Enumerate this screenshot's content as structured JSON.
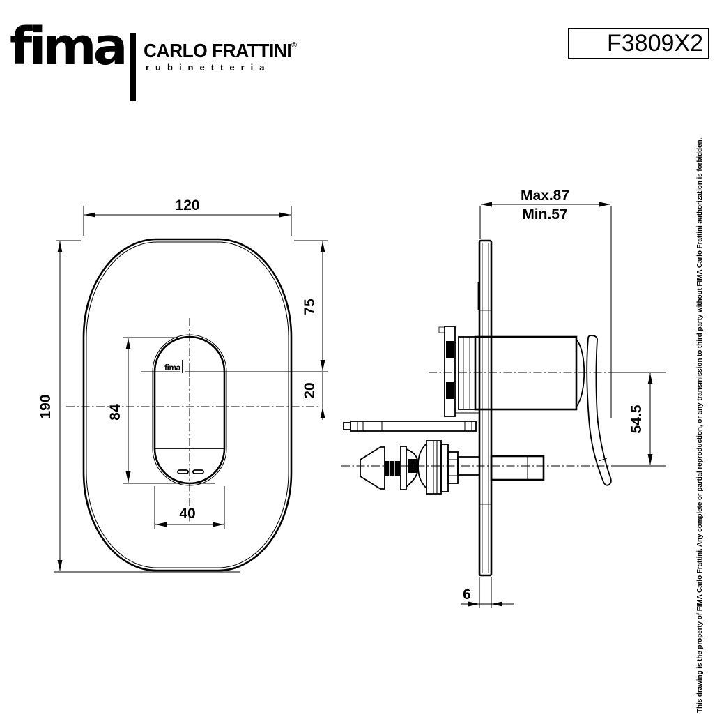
{
  "header": {
    "brand": "fima",
    "brand_name": "CARLO FRATTINI",
    "registered": "®",
    "tagline": "rubinetteria"
  },
  "title_block": {
    "model_code": "F3809X2"
  },
  "disclaimer": "This drawing is the property of FIMA Carlo Frattini. Any complete or partial reproduction, or any transmission to third party without FIMA Carlo Frattini authorization is forbidden.",
  "front_view": {
    "logo_mark": "fima",
    "dimensions": {
      "plate_width": "120",
      "plate_height": "190",
      "top_to_axis": "75",
      "axis_offset": "20",
      "handle_cutout_height": "84",
      "handle_cutout_width": "40"
    }
  },
  "side_view": {
    "dimensions": {
      "projection_max": "Max.87",
      "projection_min": "Min.57",
      "axis_distance": "54.5",
      "plate_thickness": "6"
    }
  },
  "colors": {
    "ink": "#000000",
    "paper": "#ffffff"
  }
}
